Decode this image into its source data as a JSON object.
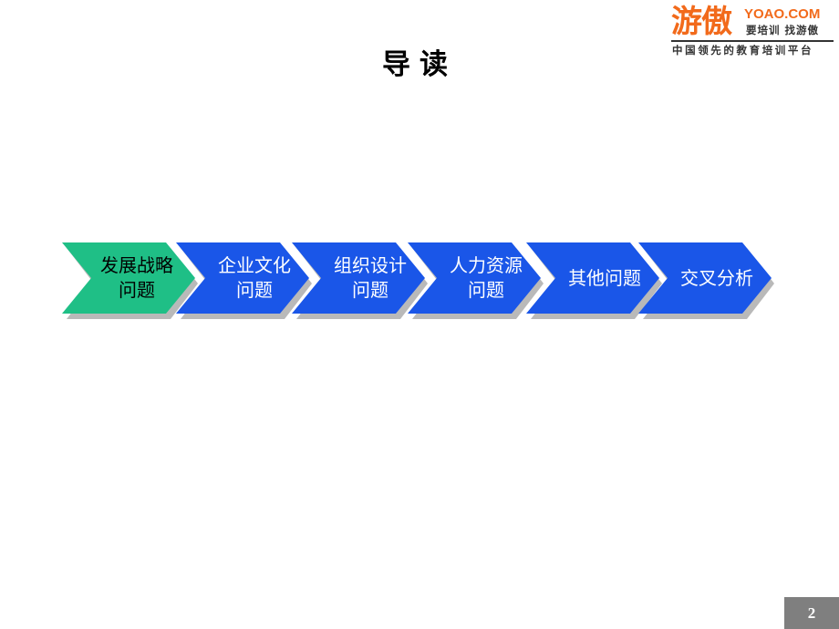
{
  "logo": {
    "main": "游傲",
    "domain": "YOAO.COM",
    "slogan": "要培训 找游傲",
    "subtitle": "中国领先的教育培训平台"
  },
  "title": "导读",
  "process": {
    "steps": [
      {
        "label": "发展战略\n问题",
        "active": true
      },
      {
        "label": "企业文化\n问题",
        "active": false
      },
      {
        "label": "组织设计\n问题",
        "active": false
      },
      {
        "label": "人力资源\n问题",
        "active": false
      },
      {
        "label": "其他问题",
        "active": false
      },
      {
        "label": "交叉分析",
        "active": false
      }
    ]
  },
  "colors": {
    "active": "#1fbf86",
    "inactive": "#1a56e8",
    "shadow": "#8a8a8a",
    "logo": "#f26a1b"
  },
  "page_number": "2"
}
